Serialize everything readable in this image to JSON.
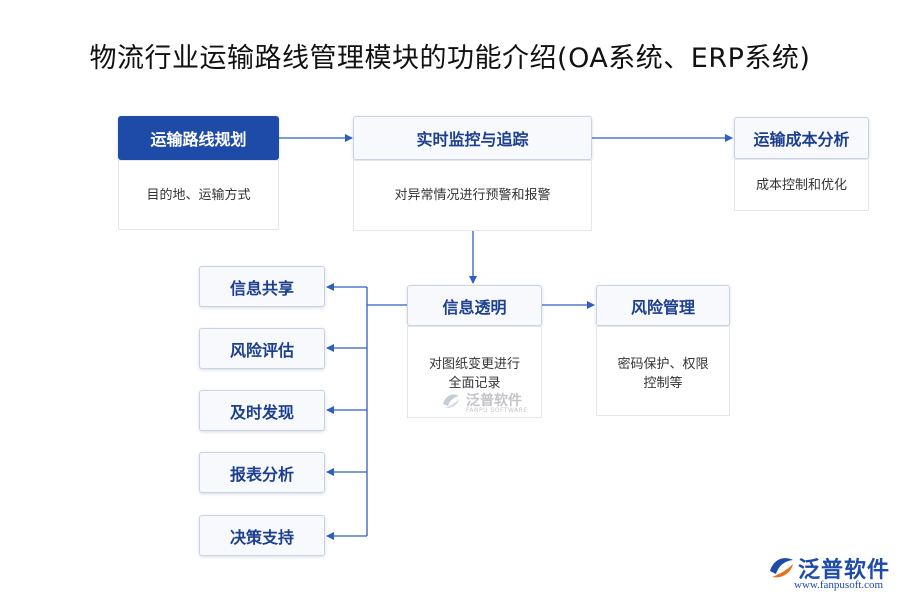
{
  "title": "物流行业运输路线管理模块的功能介绍(OA系统、ERP系统)",
  "nodes": {
    "route_planning": {
      "label": "运输路线规划",
      "detail": "目的地、运输方式"
    },
    "monitoring": {
      "label": "实时监控与追踪",
      "detail": "对异常情况进行预警和报警"
    },
    "cost_analysis": {
      "label": "运输成本分析",
      "detail": "成本控制和优化"
    },
    "info_transparency": {
      "label": "信息透明",
      "detail_line1": "对图纸变更进行",
      "detail_line2": "全面记录"
    },
    "risk_management": {
      "label": "风险管理",
      "detail_line1": "密码保护、权限",
      "detail_line2": "控制等"
    }
  },
  "side_items": [
    "信息共享",
    "风险评估",
    "及时发现",
    "报表分析",
    "决策支持"
  ],
  "watermark": {
    "cn": "泛普软件",
    "en": "FANPU SOFTWARE"
  },
  "logo": {
    "cn": "泛普软件",
    "url": "www.fanpusoft.com"
  },
  "colors": {
    "primary": "#1e4aa8",
    "connector": "#2f5fbf",
    "header_text": "#1d3f8f"
  }
}
